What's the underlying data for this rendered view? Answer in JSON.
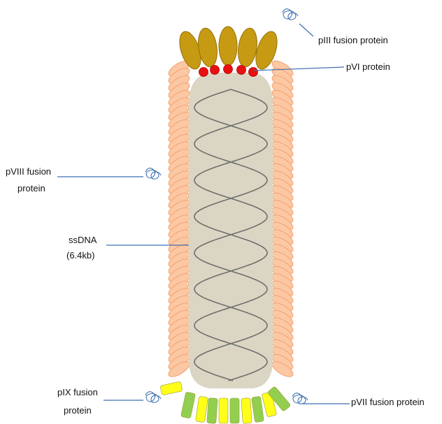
{
  "labels": {
    "piii": "pIII fusion protein",
    "pvi": "pVI protein",
    "pviii_line1": "pVIII fusion",
    "pviii_line2": "protein",
    "ssdna_line1": "ssDNA",
    "ssdna_line2": "(6.4kb)",
    "pix_line1": "pIX fusion",
    "pix_line2": "protein",
    "pvii": "pVII fusion protein"
  },
  "colors": {
    "coat_fill": "#fcc8a4",
    "coat_stroke": "#f2a06e",
    "core_fill": "#dbd6c3",
    "dna_strand": "#6e6e6e",
    "piii_fill": "#c69a12",
    "piii_stroke": "#94700a",
    "pvi_fill": "#e81010",
    "pix_fill": "#ffff1a",
    "pvii_fill": "#92cf4e",
    "leader_line": "#3f6fb0",
    "fusion_squiggle": "#3f6fb0"
  },
  "icons": [
    "fusion-protein-squiggle-icon"
  ]
}
